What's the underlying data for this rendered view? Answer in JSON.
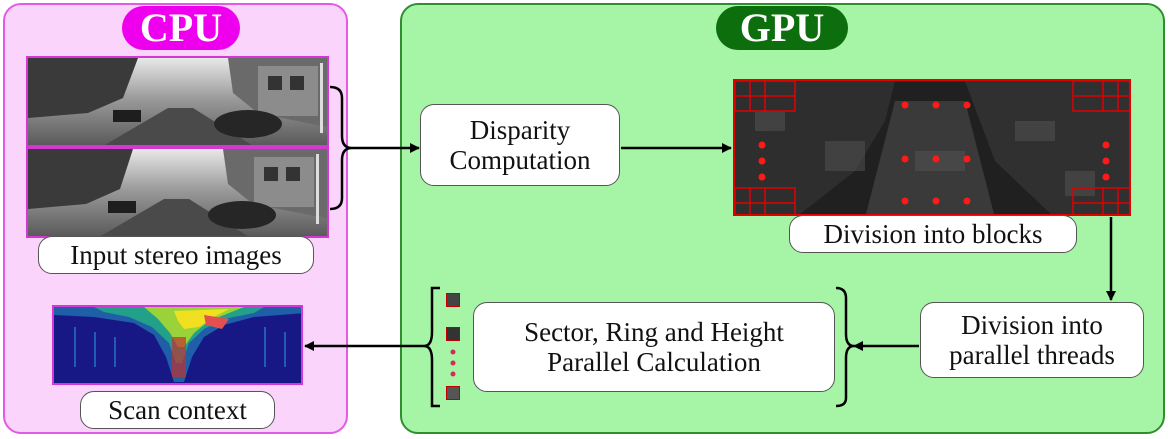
{
  "cpu": {
    "title": "CPU",
    "input_label": "Input stereo images",
    "output_label": "Scan context"
  },
  "gpu": {
    "title": "GPU",
    "disparity_label": "Disparity Computation",
    "blocks_label": "Division into blocks",
    "threads_label": "Division into parallel threads",
    "calc_label": "Sector, Ring and Height Parallel Calculation"
  },
  "colors": {
    "cpu_bg": "#fad4fa",
    "cpu_accent": "#ee00ee",
    "gpu_bg": "#a6f5a6",
    "gpu_accent": "#0d6e0d",
    "grid_red": "#e00000"
  }
}
